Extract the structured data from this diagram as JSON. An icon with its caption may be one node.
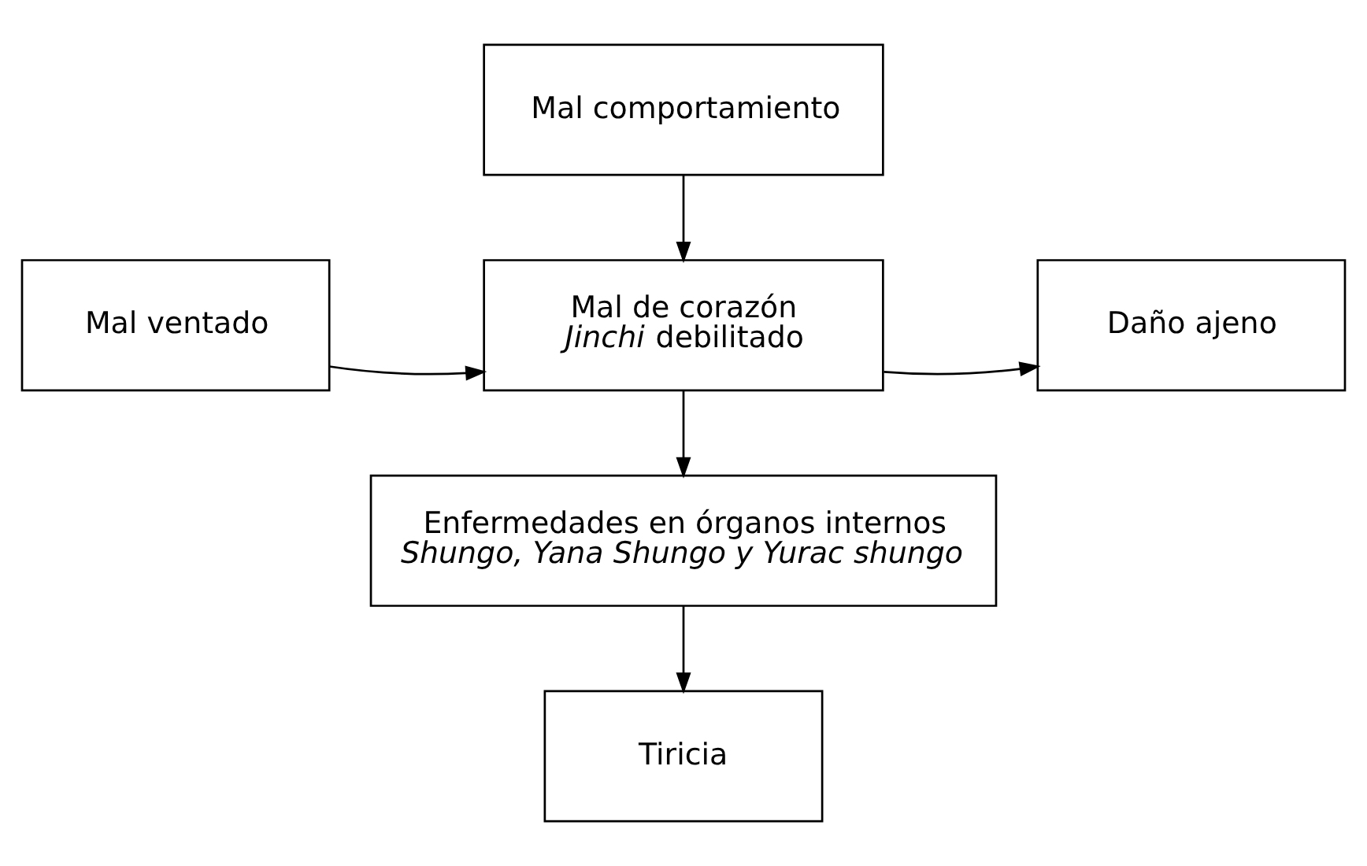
{
  "diagram": {
    "nodes": [
      {
        "text": [
          "Mal comportamiento"
        ]
      },
      {
        "text": [
          "Mal ventado"
        ]
      },
      {
        "text": [
          "Mal de corazón",
          "*Jinchi* debilitado"
        ]
      },
      {
        "text": [
          "Daño ajeno"
        ]
      },
      {
        "text": [
          "Enfermedades en órganos internos",
          "*Shungo, Yana Shungo y Yurac shungo*"
        ]
      },
      {
        "text": [
          "Tiricia"
        ]
      }
    ],
    "edges": [
      {
        "from": 0,
        "to": 2,
        "arrow": "to"
      },
      {
        "from": 1,
        "to": 2,
        "arrow": "to"
      },
      {
        "from": 2,
        "to": 3,
        "arrow": "to"
      },
      {
        "from": 2,
        "to": 4,
        "arrow": "to"
      },
      {
        "from": 4,
        "to": 5,
        "arrow": "to"
      }
    ]
  }
}
